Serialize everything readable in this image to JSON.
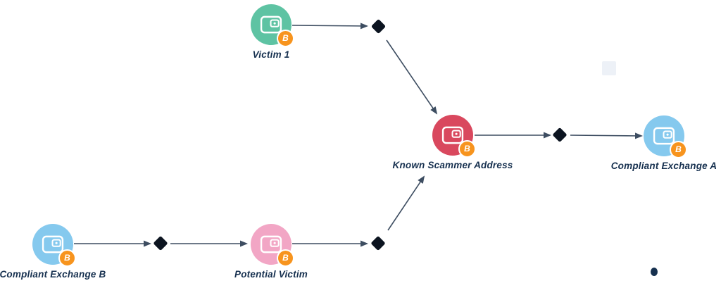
{
  "diagram": {
    "nodes": [
      {
        "id": "victim-1",
        "label": "Victim 1",
        "color": "#5ec3a3",
        "type": "wallet"
      },
      {
        "id": "known-scammer-address",
        "label": "Known Scammer Address",
        "color": "#d9485e",
        "type": "wallet"
      },
      {
        "id": "compliant-exchange-a",
        "label": "Compliant Exchange A",
        "color": "#85c9ee",
        "type": "wallet"
      },
      {
        "id": "compliant-exchange-b",
        "label": "Compliant Exchange B",
        "color": "#85c9ee",
        "type": "wallet"
      },
      {
        "id": "potential-victim",
        "label": "Potential Victim",
        "color": "#f2a6c5",
        "type": "wallet"
      }
    ],
    "badge": {
      "icon": "bitcoin-badge",
      "symbol": "B",
      "color": "#f7941e"
    },
    "transactions": [
      {
        "id": "tx-1"
      },
      {
        "id": "tx-2"
      },
      {
        "id": "tx-3"
      },
      {
        "id": "tx-4"
      }
    ],
    "edges": [
      {
        "from": "victim-1",
        "to": "tx-1"
      },
      {
        "from": "tx-1",
        "to": "known-scammer-address"
      },
      {
        "from": "known-scammer-address",
        "to": "tx-2"
      },
      {
        "from": "tx-2",
        "to": "compliant-exchange-a"
      },
      {
        "from": "compliant-exchange-b",
        "to": "tx-3"
      },
      {
        "from": "tx-3",
        "to": "potential-victim"
      },
      {
        "from": "potential-victim",
        "to": "tx-4"
      },
      {
        "from": "tx-4",
        "to": "known-scammer-address"
      }
    ],
    "colors": {
      "edge": "#3d4d61",
      "transaction": "#0c1420",
      "label": "#16304f",
      "background": "#ffffff",
      "artifact_square": "#edf1f7",
      "dark_dot": "#16304f"
    }
  }
}
